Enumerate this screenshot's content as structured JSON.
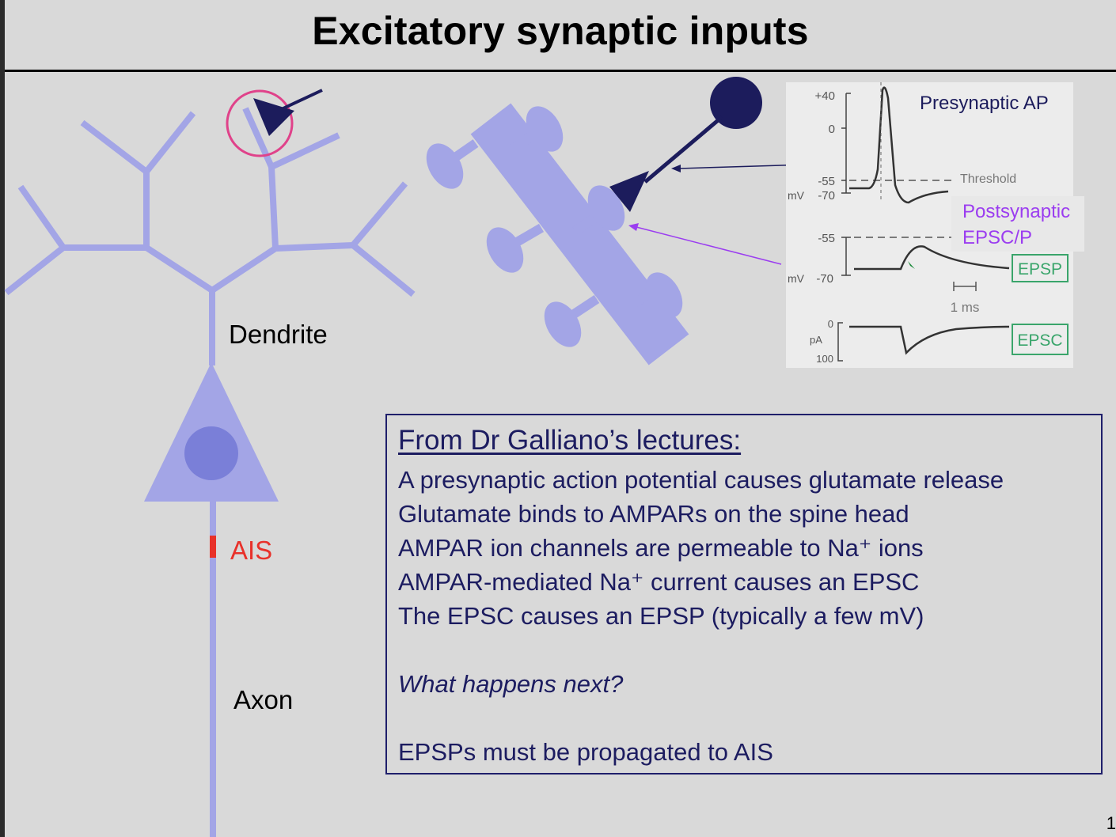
{
  "slide": {
    "title": "Excitatory synaptic inputs",
    "page_number": "1"
  },
  "neuron": {
    "dendrite_label": "Dendrite",
    "ais_label": "AIS",
    "axon_label": "Axon"
  },
  "traces": {
    "presynaptic_label": "Presynaptic AP",
    "postsynaptic_label_line1": "Postsynaptic",
    "postsynaptic_label_line2": "EPSC/P",
    "ap_ticks": [
      "+40",
      "0",
      "-55",
      "-70"
    ],
    "ap_unit": "mV",
    "threshold_label": "Threshold",
    "epsp_ticks": [
      "-55",
      "-70"
    ],
    "epsp_unit": "mV",
    "epsp_box": "EPSP",
    "scale_bar": "1 ms",
    "epsc_ticks": [
      "0",
      "100"
    ],
    "epsc_unit": "pA",
    "epsc_box": "EPSC"
  },
  "notes": {
    "heading": "From Dr Galliano’s lectures:",
    "lines": [
      "A presynaptic action potential causes glutamate release",
      "Glutamate binds to AMPARs on the spine head",
      "AMPAR ion channels are permeable to Na⁺ ions",
      "AMPAR-mediated Na⁺ current causes an EPSC",
      "The EPSC causes an EPSP (typically a few mV)"
    ],
    "question": "What happens next?",
    "answer": "EPSPs must be propagated to AIS"
  },
  "colors": {
    "neuron": "#a3a5e6",
    "soma_nucleus": "#7a7fd8",
    "presynaptic": "#1c1c5c",
    "highlight_circle": "#e0428a",
    "ais": "#e8312a",
    "postsynaptic_text": "#9b3df0",
    "notes_text": "#1c1c60",
    "trace_box_green": "#3aa56b"
  }
}
